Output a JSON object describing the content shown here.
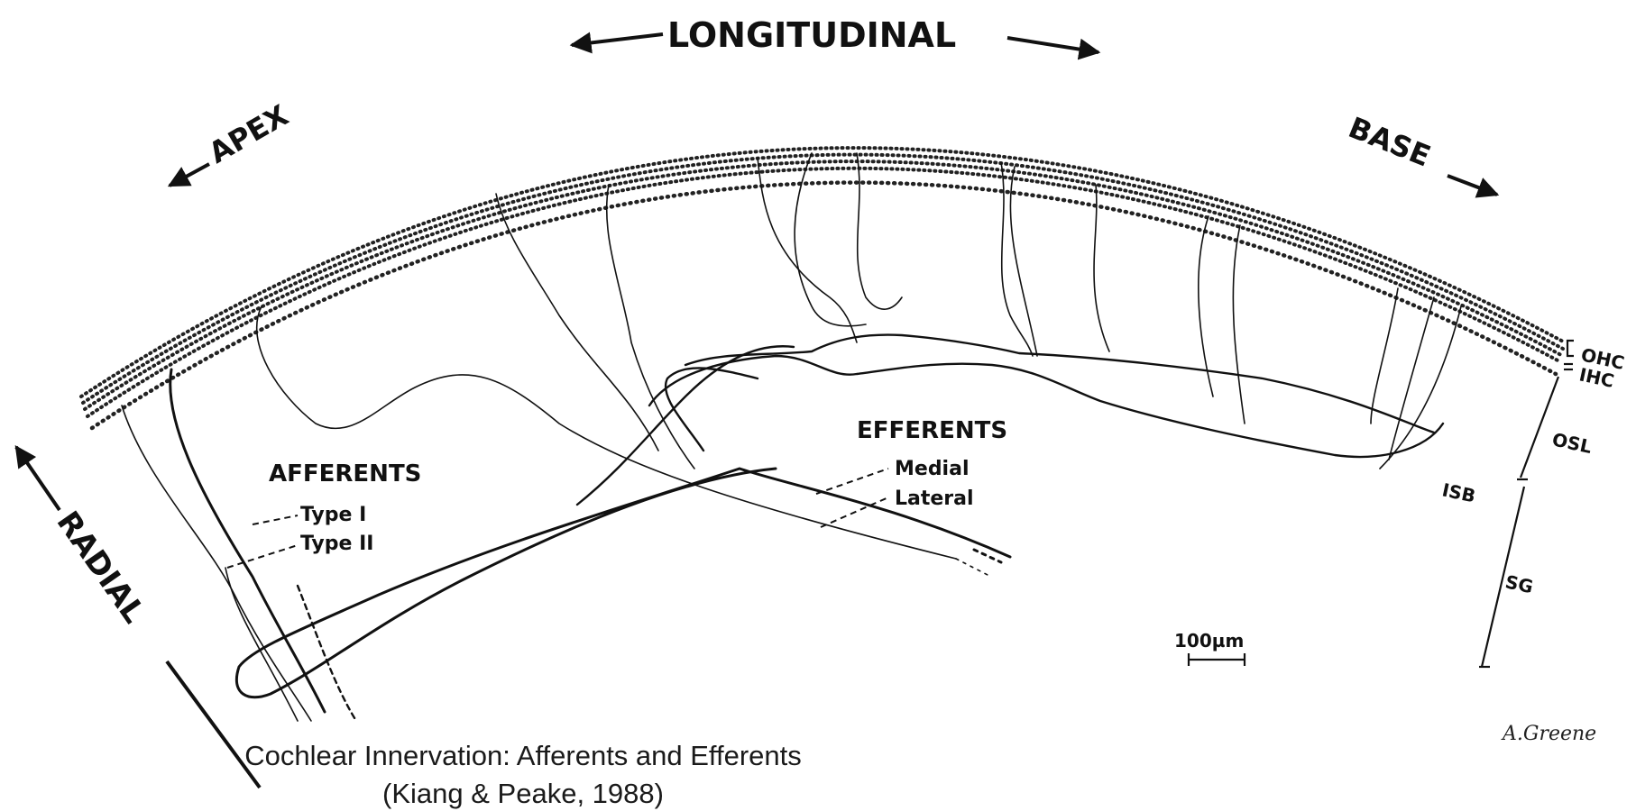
{
  "labels": {
    "longitudinal": "LONGITUDINAL",
    "apex": "APEX",
    "base": "BASE",
    "radial": "RADIAL",
    "afferents": "AFFERENTS",
    "type_1": "Type I",
    "type_2": "Type II",
    "efferents": "EFFERENTS",
    "medial": "Medial",
    "lateral": "Lateral",
    "ohc": "OHC",
    "ihc": "IHC",
    "osl": "OSL",
    "isb": "ISB",
    "sg": "SG",
    "scale": "100µm"
  },
  "signature": "A.Greene",
  "caption": {
    "line1": "Cochlear Innervation: Afferents and Efferents",
    "line2": "(Kiang & Peake, 1988)"
  },
  "colors": {
    "ink": "#111111",
    "background": "#ffffff"
  }
}
